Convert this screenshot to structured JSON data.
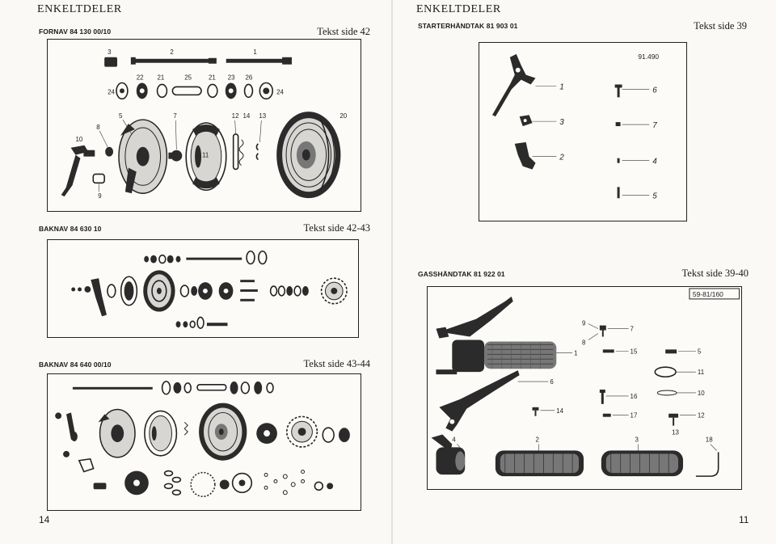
{
  "left_page": {
    "header": "ENKELTDELER",
    "page_number": "14",
    "sections": [
      {
        "title": "FORNAV 84 130 00/10",
        "text_ref": "Tekst side 42",
        "callouts": [
          "1",
          "2",
          "3",
          "5",
          "7",
          "8",
          "9",
          "10",
          "11",
          "12",
          "13",
          "14",
          "20",
          "21",
          "22",
          "23",
          "24",
          "25",
          "26"
        ]
      },
      {
        "title": "BAKNAV 84 630 10",
        "text_ref": "Tekst side 42-43"
      },
      {
        "title": "BAKNAV 84 640 00/10",
        "text_ref": "Tekst side 43-44"
      }
    ]
  },
  "right_page": {
    "header": "ENKELTDELER",
    "page_number": "11",
    "sections": [
      {
        "title": "STARTERHÄNDTAK 81 903 01",
        "text_ref": "Tekst side 39",
        "stamp": "91.490",
        "callouts": [
          "1",
          "3",
          "2",
          "6",
          "7",
          "4",
          "5"
        ]
      },
      {
        "title": "GASSHÄNDTAK 81 922 01",
        "text_ref": "Tekst side 39-40",
        "stamp": "59-81/160",
        "callouts": [
          "1",
          "2",
          "3",
          "4",
          "5",
          "6",
          "7",
          "8",
          "9",
          "10",
          "11",
          "12",
          "13",
          "14",
          "15",
          "16",
          "17",
          "18"
        ]
      }
    ]
  }
}
